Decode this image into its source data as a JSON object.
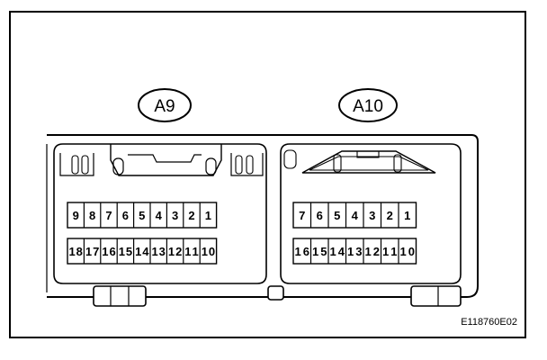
{
  "connectors": [
    {
      "label": "A9",
      "top_row": [
        "9",
        "8",
        "7",
        "6",
        "5",
        "4",
        "3",
        "2",
        "1"
      ],
      "bottom_row": [
        "18",
        "17",
        "16",
        "15",
        "14",
        "13",
        "12",
        "11",
        "10"
      ]
    },
    {
      "label": "A10",
      "top_row": [
        "7",
        "6",
        "5",
        "4",
        "3",
        "2",
        "1"
      ],
      "bottom_row": [
        "16",
        "15",
        "14",
        "13",
        "12",
        "11",
        "10"
      ]
    }
  ],
  "figure_code": "E118760E02",
  "colors": {
    "line": "#000000",
    "background": "#ffffff"
  }
}
